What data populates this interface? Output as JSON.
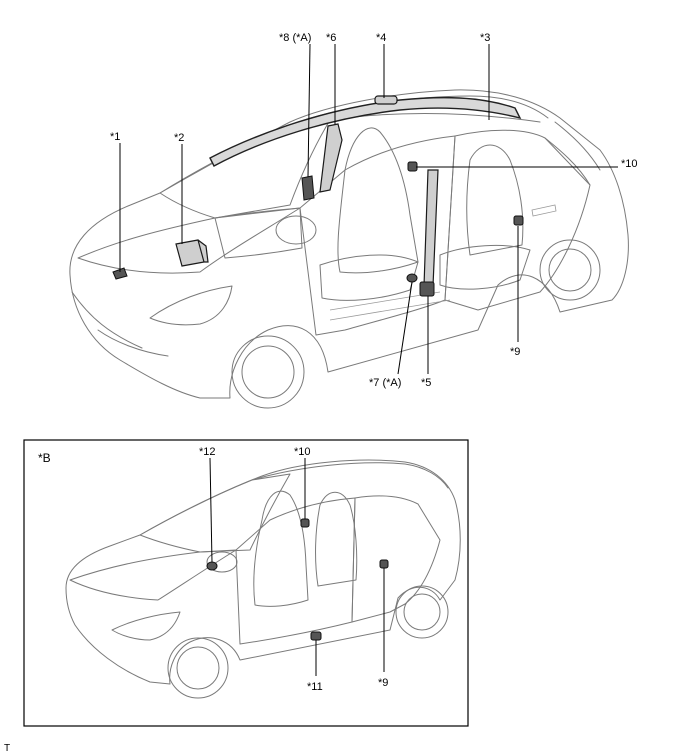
{
  "callouts_main": {
    "c1": "*1",
    "c2": "*2",
    "c3": "*3",
    "c4": "*4",
    "c5": "*5",
    "c6": "*6",
    "c7": "*7 (*A)",
    "c8": "*8 (*A)",
    "c9": "*9",
    "c10": "*10"
  },
  "inset": {
    "label": "*B",
    "c9": "*9",
    "c10": "*10",
    "c11": "*11",
    "c12": "*12"
  },
  "footer_mark": "T"
}
